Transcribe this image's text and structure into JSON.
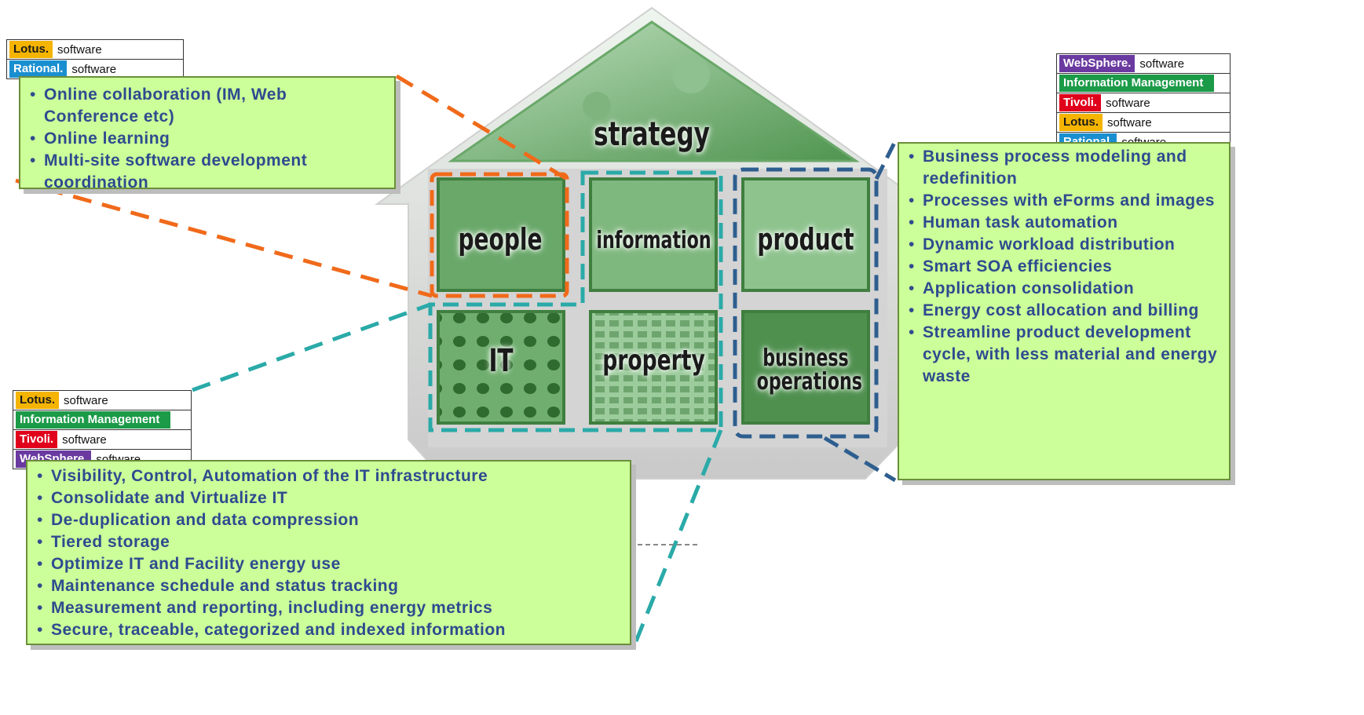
{
  "colors": {
    "orange_dash": "#f06a1a",
    "teal_dash": "#2aaaa8",
    "navy_dash": "#2e5e8f",
    "callout_fill": "#ccff99",
    "callout_text": "#2e4b8f",
    "tile_green": "#5f9e5f"
  },
  "house": {
    "roof_label": "strategy",
    "tiles": {
      "people": "people",
      "information": "information",
      "product": "product",
      "it": "IT",
      "property": "property",
      "business_operations": "business operations"
    }
  },
  "brands": {
    "lotus": "Lotus.",
    "rational": "Rational.",
    "websphere": "WebSphere.",
    "tivoli": "Tivoli.",
    "information_management": "Information Management",
    "software": "software"
  },
  "callouts": {
    "people": {
      "items": [
        "Online collaboration (IM, Web Conference etc)",
        "Online learning",
        "Multi-site software development coordination"
      ]
    },
    "business": {
      "items": [
        "Business process modeling and redefinition",
        "Processes with eForms and images",
        "Human task automation",
        "Dynamic workload distribution",
        "Smart SOA efficiencies",
        "Application consolidation",
        "Energy cost allocation and billing",
        "Streamline product development cycle, with less material and energy waste"
      ]
    },
    "it": {
      "items": [
        "Visibility, Control, Automation of the IT infrastructure",
        "Consolidate and Virtualize IT",
        "De-duplication and data compression",
        "Tiered storage",
        "Optimize IT and Facility energy use",
        "Maintenance schedule and status tracking",
        "Measurement and reporting, including energy metrics",
        "Secure, traceable, categorized and indexed information"
      ]
    }
  }
}
